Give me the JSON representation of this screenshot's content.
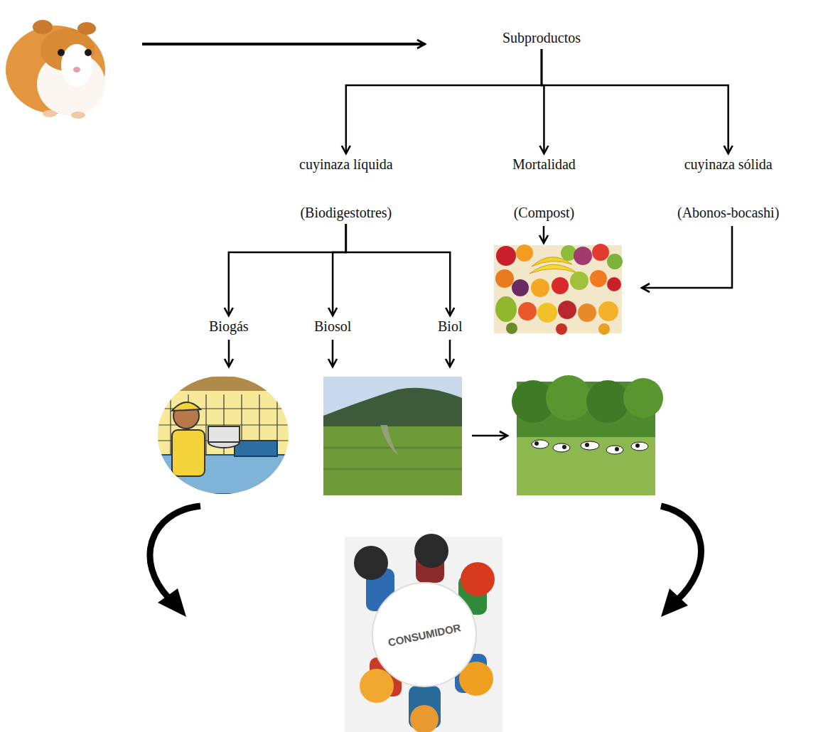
{
  "diagram": {
    "nodes": [
      {
        "text": [
          "Subproductos"
        ]
      },
      {
        "text": [
          "cuyinaza líquida",
          "(Biodigestotres)"
        ]
      },
      {
        "text": [
          "Mortalidad",
          "(Compost)"
        ]
      },
      {
        "text": [
          "cuyinaza sólida",
          "(Abonos-bocashi)"
        ]
      },
      {
        "text": [
          "Biogás"
        ]
      },
      {
        "text": [
          "Biosol"
        ]
      },
      {
        "text": [
          "Biol"
        ]
      },
      {
        "text": [
          "CONSUMIDOR"
        ]
      }
    ],
    "edges": [
      {
        "from": 0,
        "to": 1,
        "arrow": "to"
      },
      {
        "from": 0,
        "to": 2,
        "arrow": "to"
      },
      {
        "from": 0,
        "to": 3,
        "arrow": "to"
      },
      {
        "from": 1,
        "to": 4,
        "arrow": "to"
      },
      {
        "from": 1,
        "to": 5,
        "arrow": "to"
      },
      {
        "from": 1,
        "to": 6,
        "arrow": "to"
      }
    ]
  }
}
